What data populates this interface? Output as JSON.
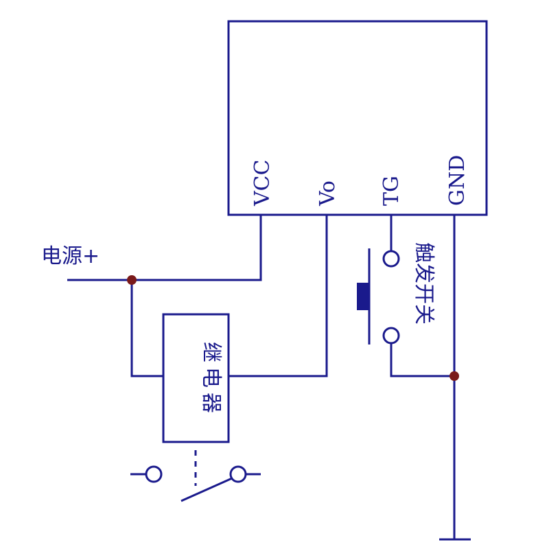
{
  "pins": {
    "vcc": "VCC",
    "vo": "Vo",
    "tg": "TG",
    "gnd": "GND"
  },
  "labels": {
    "power_plus": "电源+",
    "relay": [
      "继",
      "电",
      "器"
    ],
    "trigger_switch": "触发开关"
  },
  "colors": {
    "wire": "#1a1a8c",
    "junction": "#7a1a1a"
  }
}
